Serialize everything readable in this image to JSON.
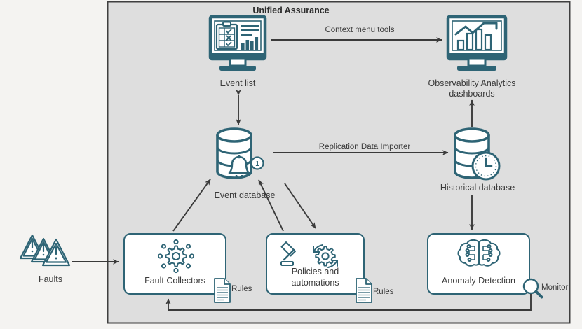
{
  "diagram": {
    "title": "Unified Assurance",
    "panel": {
      "background": "#dedede",
      "border_color": "#3f3f3f",
      "page_background": "#f4f3f1"
    },
    "accent_color": "#2e6475",
    "arrow_color": "#3a3a3a",
    "nodes": [
      {
        "id": "faults",
        "label": "Faults",
        "icon": "warning-triangles-icon"
      },
      {
        "id": "event-list",
        "label": "Event list",
        "icon": "monitor-checklist-icon"
      },
      {
        "id": "observability",
        "label": "Observability Analytics",
        "label2": "dashboards",
        "icon": "monitor-analytics-icon"
      },
      {
        "id": "event-db",
        "label": "Event database",
        "icon": "database-alert-icon"
      },
      {
        "id": "historical-db",
        "label": "Historical database",
        "icon": "database-clock-icon"
      },
      {
        "id": "fault-collectors",
        "label": "Fault Collectors",
        "icon": "gear-nodes-icon"
      },
      {
        "id": "policies",
        "label": "Policies and",
        "label2": "automations",
        "icon": "gavel-gear-icon"
      },
      {
        "id": "anomaly",
        "label": "Anomaly Detection",
        "icon": "brain-circuit-icon"
      }
    ],
    "badges": [
      {
        "id": "rules-collectors",
        "label": "Rules",
        "icon": "document-icon"
      },
      {
        "id": "rules-policies",
        "label": "Rules",
        "icon": "document-icon"
      },
      {
        "id": "monitor-anomaly",
        "label": "Monitor",
        "icon": "magnifier-icon"
      }
    ],
    "edges": [
      {
        "id": "context-menu-tools",
        "label": "Context menu tools",
        "from": "event-list",
        "to": "observability",
        "direction": "one-way"
      },
      {
        "id": "replication-importer",
        "label": "Replication Data Importer",
        "from": "event-db",
        "to": "historical-db",
        "direction": "one-way"
      },
      {
        "id": "eventlist-eventdb",
        "label": "",
        "from": "event-list",
        "to": "event-db",
        "direction": "two-way"
      },
      {
        "id": "hist-observability",
        "label": "",
        "from": "historical-db",
        "to": "observability",
        "direction": "one-way"
      },
      {
        "id": "hist-anomaly",
        "label": "",
        "from": "historical-db",
        "to": "anomaly",
        "direction": "one-way"
      },
      {
        "id": "collectors-eventdb",
        "label": "",
        "from": "fault-collectors",
        "to": "event-db",
        "direction": "one-way"
      },
      {
        "id": "eventdb-policies",
        "label": "",
        "from": "event-db",
        "to": "policies",
        "direction": "one-way"
      },
      {
        "id": "policies-eventdb",
        "label": "",
        "from": "policies",
        "to": "event-db",
        "direction": "one-way"
      },
      {
        "id": "faults-collectors",
        "label": "",
        "from": "faults",
        "to": "fault-collectors",
        "direction": "one-way"
      },
      {
        "id": "anomaly-collectors",
        "label": "",
        "from": "anomaly",
        "to": "fault-collectors",
        "direction": "one-way"
      }
    ],
    "db_badge_count": "1"
  }
}
